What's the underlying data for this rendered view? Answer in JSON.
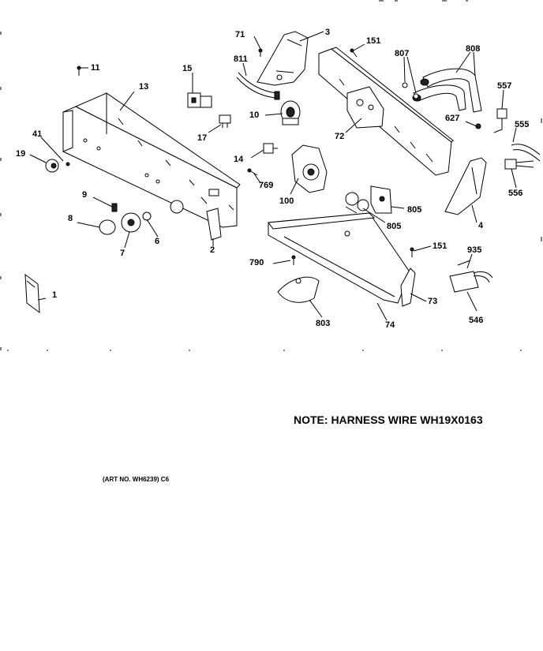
{
  "diagram": {
    "callouts": [
      "71",
      "3",
      "151",
      "807",
      "808",
      "811",
      "15",
      "11",
      "13",
      "557",
      "10",
      "627",
      "555",
      "72",
      "41",
      "19",
      "17",
      "14",
      "769",
      "556",
      "100",
      "4",
      "9",
      "805",
      "805",
      "8",
      "2",
      "6",
      "7",
      "151",
      "935",
      "790",
      "73",
      "1",
      "803",
      "74",
      "546"
    ],
    "note": "NOTE: HARNESS WIRE WH19X0163",
    "art_number": "(ART NO. WH6239) C6"
  }
}
